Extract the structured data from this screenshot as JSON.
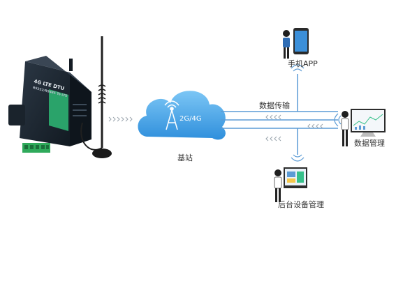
{
  "device": {
    "model": "4G LTE DTU",
    "subtitle": "RS232/RS485 To LTE"
  },
  "cloud": {
    "network_label": "2G/4G",
    "caption": "基站"
  },
  "links": {
    "transfer_label": "数据传输"
  },
  "endpoints": {
    "mobile_app": "手机APP",
    "data_management": "数据管理",
    "backend_management": "后台设备管理"
  },
  "colors": {
    "cloud": "#4aa3e6",
    "line": "#5b9bd5",
    "device": "#1f2a36",
    "terminal": "#2faa5b",
    "accent": "#36c08a"
  }
}
